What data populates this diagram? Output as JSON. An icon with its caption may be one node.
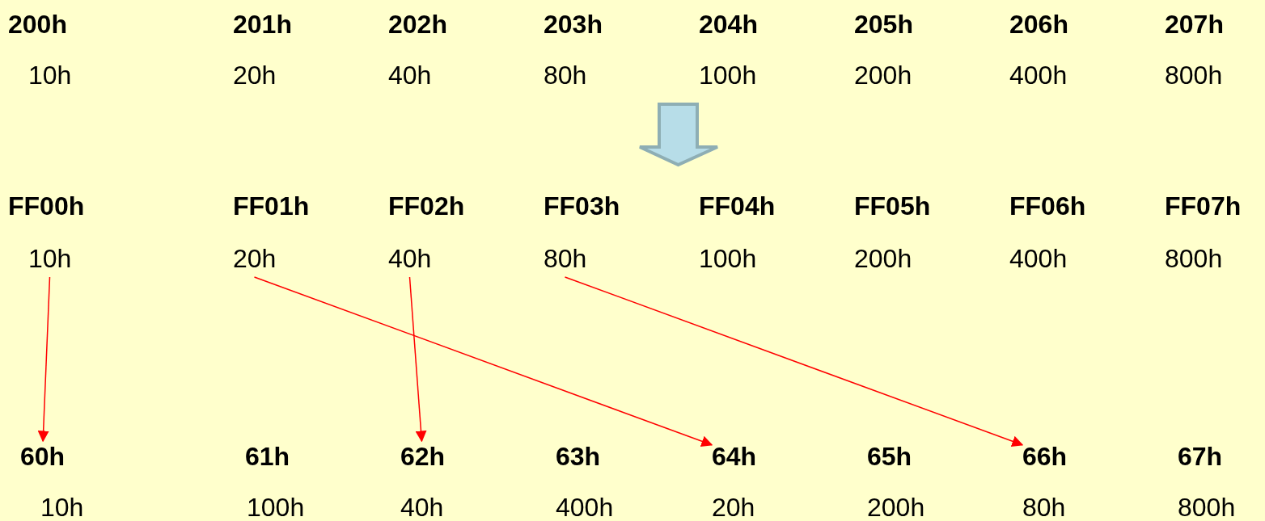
{
  "diagram": {
    "nodes": [
      {
        "text": [
          "10h"
        ]
      },
      {
        "text": [
          "20h"
        ]
      },
      {
        "text": [
          "40h"
        ]
      },
      {
        "text": [
          "80h"
        ]
      },
      {
        "text": [
          "60h"
        ]
      },
      {
        "text": [
          "62h"
        ]
      },
      {
        "text": [
          "64h"
        ]
      },
      {
        "text": [
          "66h"
        ]
      }
    ],
    "edges": [
      {
        "from": 0,
        "to": 4,
        "arrow": "to"
      },
      {
        "from": 1,
        "to": 6,
        "arrow": "to"
      },
      {
        "from": 2,
        "to": 5,
        "arrow": "to"
      },
      {
        "from": 3,
        "to": 7,
        "arrow": "to"
      }
    ],
    "labels": [
      "200h",
      "201h",
      "202h",
      "203h",
      "204h",
      "205h",
      "206h",
      "207h",
      "10h",
      "20h",
      "40h",
      "80h",
      "100h",
      "200h",
      "400h",
      "800h",
      "FF00h",
      "FF01h",
      "FF02h",
      "FF03h",
      "FF04h",
      "FF05h",
      "FF06h",
      "FF07h",
      "100h",
      "200h",
      "400h",
      "800h",
      "61h",
      "63h",
      "65h",
      "67h",
      "10h",
      "100h",
      "40h",
      "400h",
      "20h",
      "200h",
      "80h",
      "800h"
    ]
  }
}
